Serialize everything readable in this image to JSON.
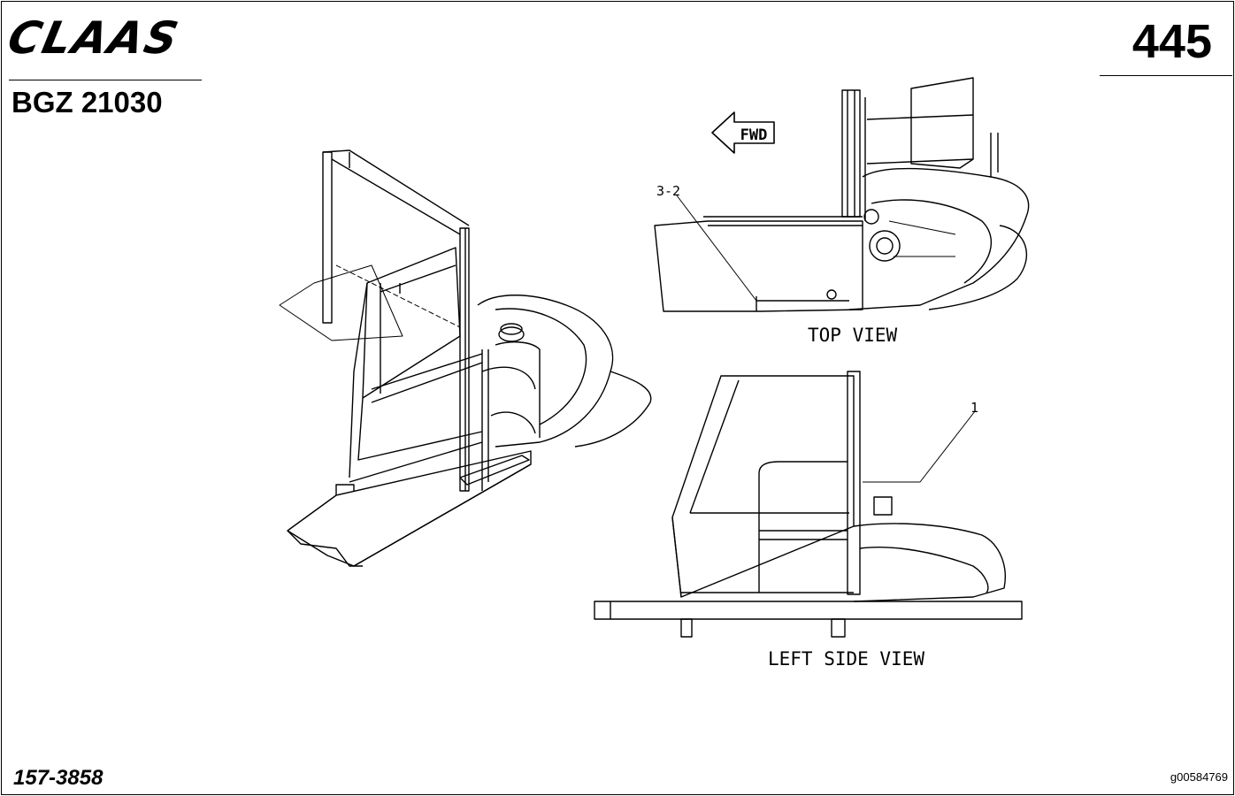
{
  "header": {
    "brand": "CLAAS",
    "doc_code": "BGZ 21030",
    "page_number": "445"
  },
  "drawing": {
    "fwd_label": "FWD",
    "callouts": {
      "top_view": "3-2",
      "side_view": "1"
    },
    "view_labels": {
      "top": "TOP VIEW",
      "left_side": "LEFT SIDE VIEW"
    }
  },
  "footer": {
    "part_number": "157-3858",
    "image_code": "g00584769"
  }
}
